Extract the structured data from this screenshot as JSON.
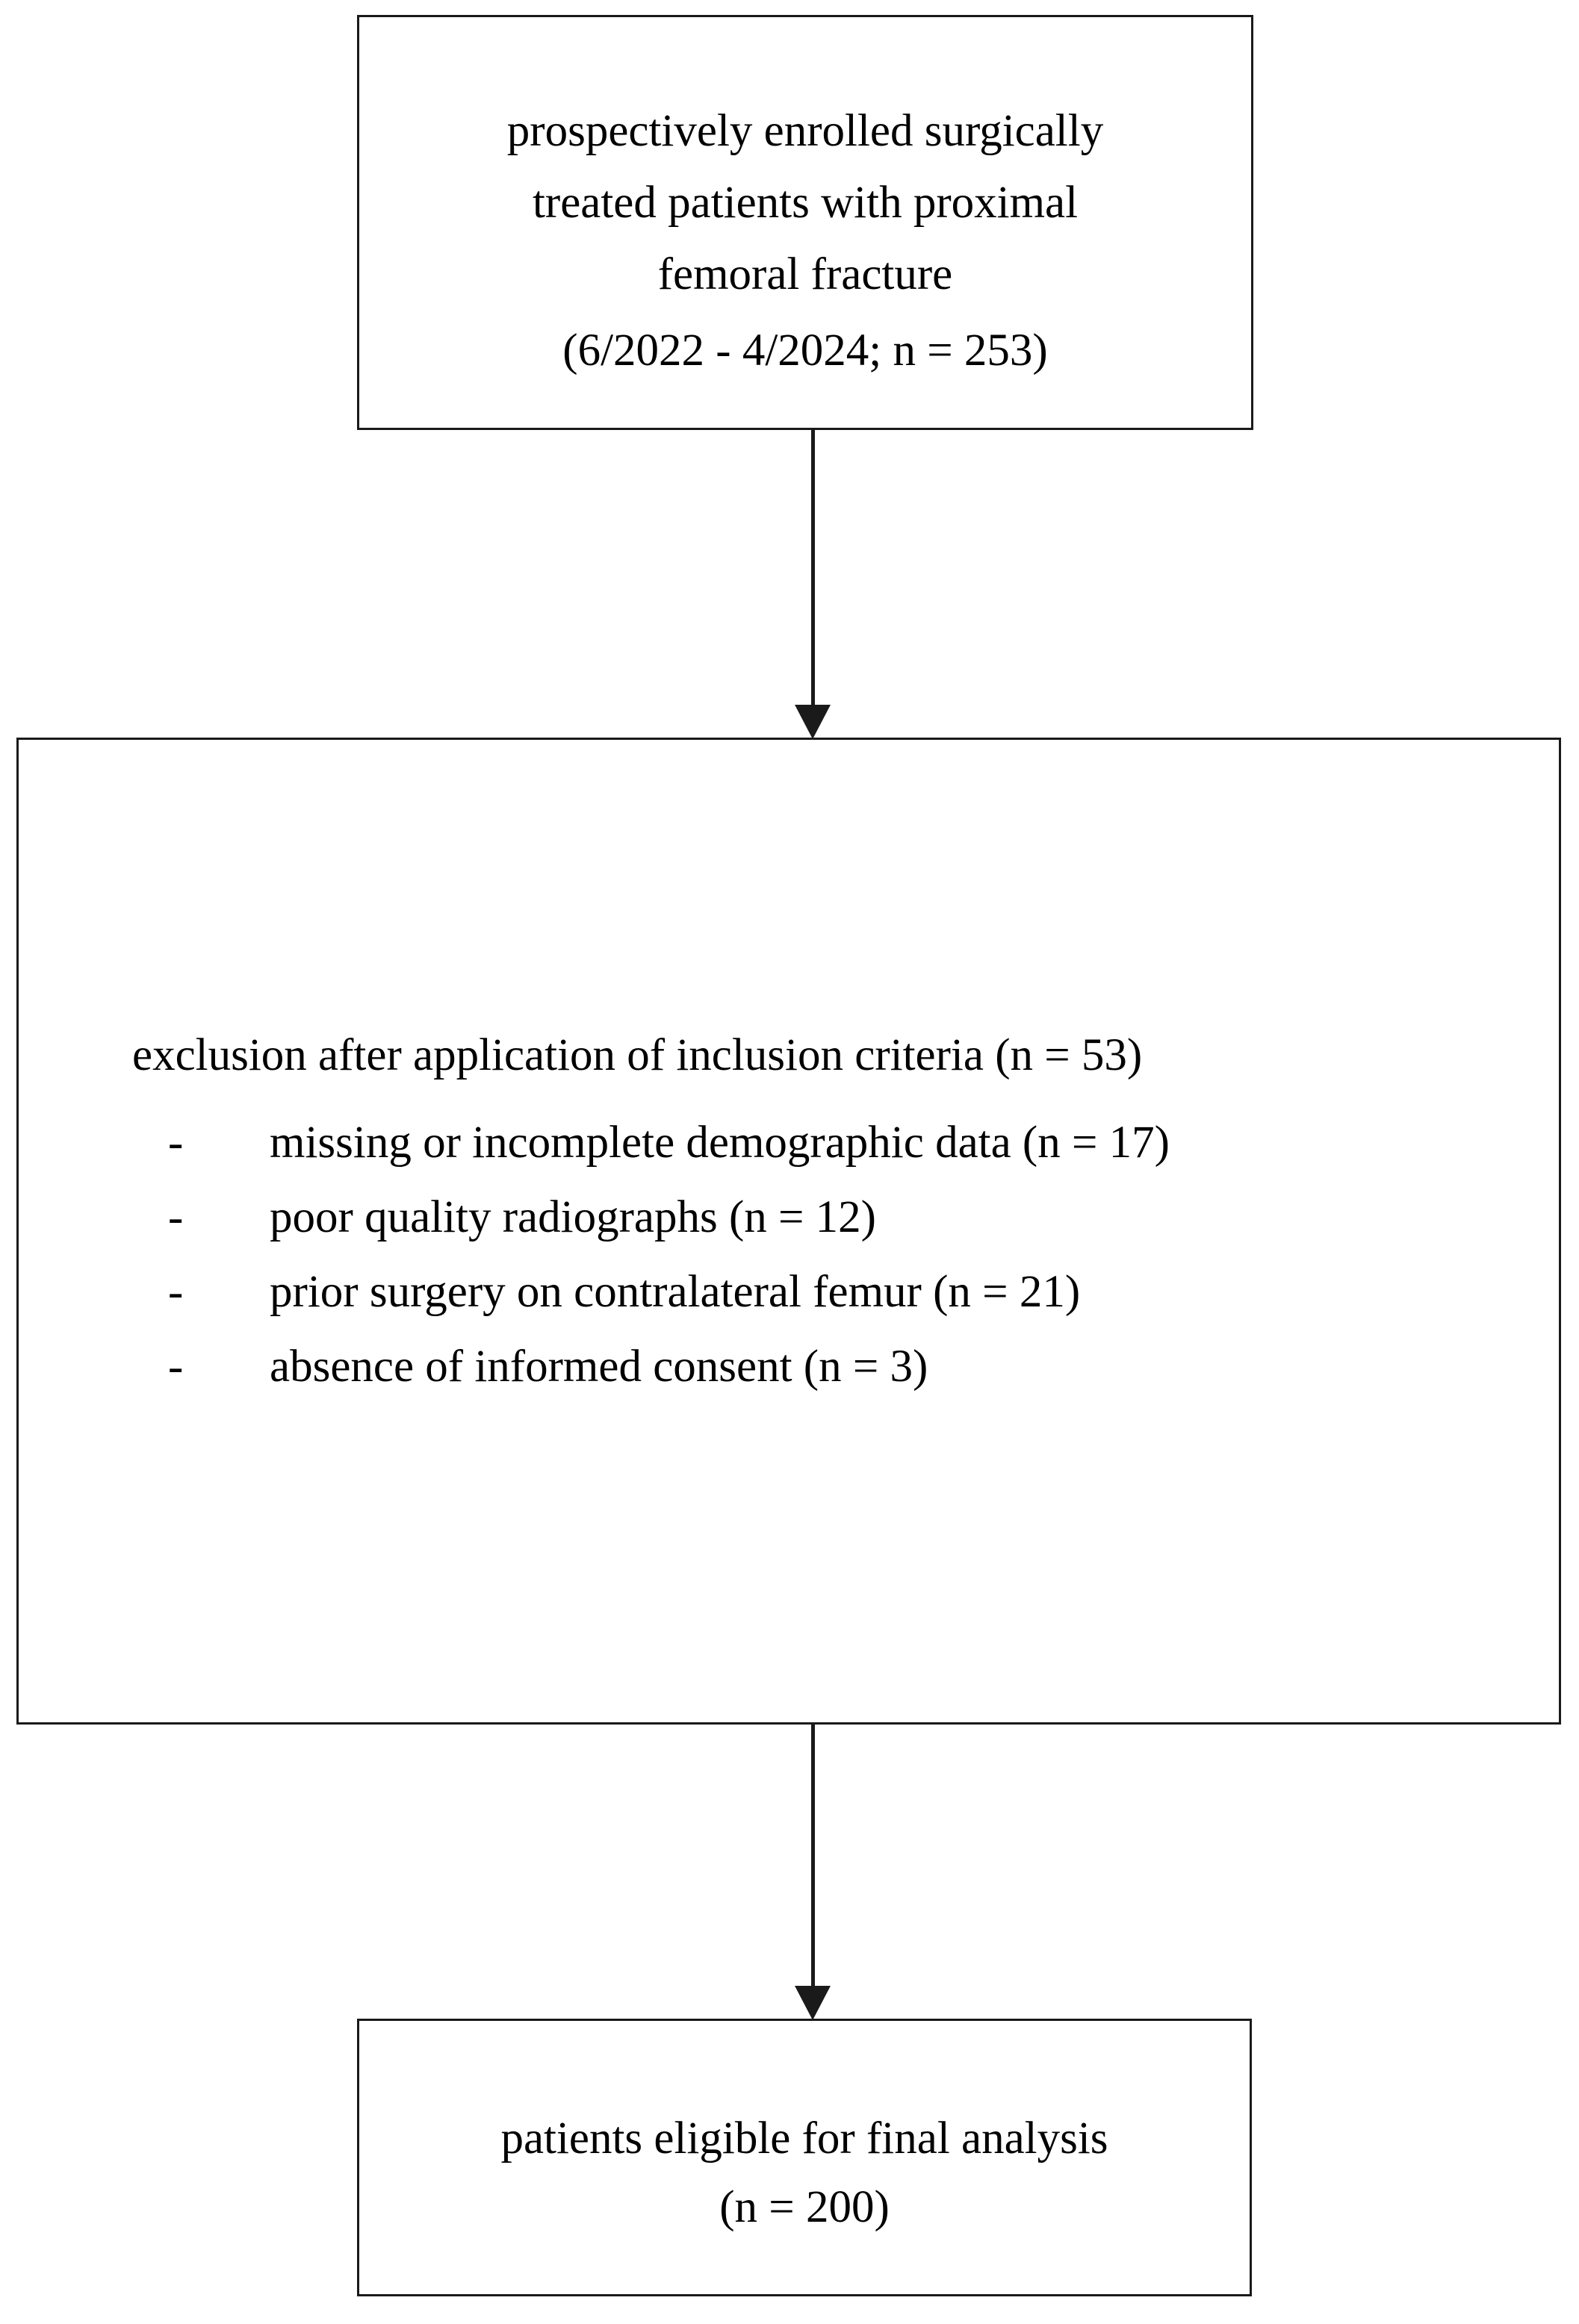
{
  "diagram": {
    "type": "flowchart",
    "title": "patient selection flowchart",
    "nodes": {
      "enrolled": {
        "name": "prospectively enrolled patients",
        "line1": "prospectively enrolled surgically",
        "line2": "treated patients with proximal",
        "line3": "femoral fracture",
        "line4": "(6/2022 - 4/2024;  n = 253)",
        "n": 253,
        "period": "6/2022 - 4/2024"
      },
      "exclusion": {
        "name": "exclusion criteria",
        "heading": "exclusion after application of inclusion criteria (n = 53)",
        "n": 53,
        "bullet_marker": "-",
        "items": [
          {
            "label": "missing or incomplete demographic data (n = 17)",
            "n": 17
          },
          {
            "label": "poor quality radiographs (n = 12)",
            "n": 12
          },
          {
            "label": "prior surgery on contralateral femur (n = 21)",
            "n": 21
          },
          {
            "label": "absence of informed consent (n = 3)",
            "n": 3
          }
        ]
      },
      "eligible": {
        "name": "final analysis population",
        "line1": "patients eligible for final analysis",
        "line2": "(n = 200)",
        "n": 200
      }
    },
    "connectors": [
      {
        "from": "enrolled",
        "to": "exclusion",
        "style": "down-arrow"
      },
      {
        "from": "exclusion",
        "to": "eligible",
        "style": "down-arrow"
      }
    ],
    "colors": {
      "stroke": "#1a1a1a",
      "background": "#ffffff",
      "text": "#000000"
    }
  }
}
